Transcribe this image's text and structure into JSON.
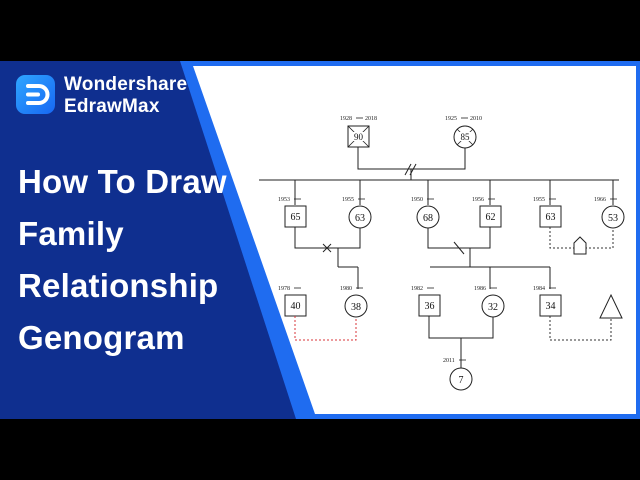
{
  "brand": {
    "line1": "Wondershare",
    "line2": "EdrawMax",
    "logo_icon": "edrawmax-logo-icon"
  },
  "title_lines": [
    "How To Draw",
    "Family",
    "Relationship",
    "Genogram"
  ],
  "colors": {
    "panel_bg": "#0f2f8f",
    "accent_blue": "#1f6cf0",
    "canvas": "#ffffff",
    "dotted_red": "#d9343a",
    "dotted_black": "#333333"
  },
  "genogram": {
    "gen1": {
      "left": {
        "birth": "1928",
        "death": "2018",
        "age": "90"
      },
      "right": {
        "birth": "1925",
        "death": "2010",
        "age": "85"
      }
    },
    "gen2": [
      {
        "birth": "1953",
        "age": "65"
      },
      {
        "birth": "1955",
        "age": "63"
      },
      {
        "birth": "1950",
        "age": "68"
      },
      {
        "birth": "1956",
        "age": "62"
      },
      {
        "birth": "1955",
        "age": "63"
      },
      {
        "birth": "1966",
        "age": "53"
      }
    ],
    "gen3": [
      {
        "birth": "1978",
        "age": "40"
      },
      {
        "birth": "1980",
        "age": "38"
      },
      {
        "birth": "1982",
        "age": "36"
      },
      {
        "birth": "1986",
        "age": "32"
      },
      {
        "birth": "1984",
        "age": "34"
      }
    ],
    "gen4": {
      "birth": "2011",
      "age": "7"
    }
  }
}
